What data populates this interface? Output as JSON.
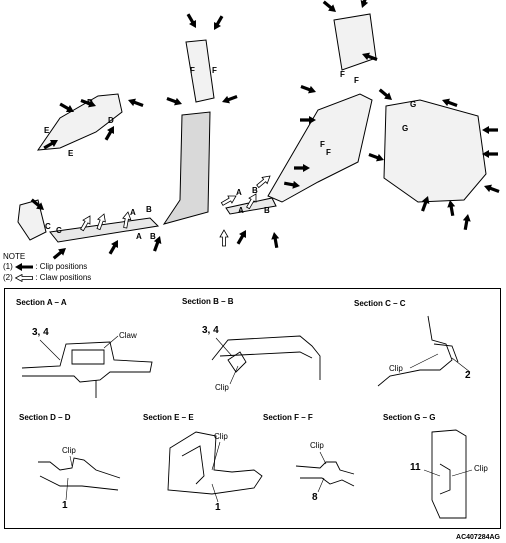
{
  "note": {
    "heading": "NOTE",
    "items": [
      {
        "prefix": "(1)",
        "text": ": Clip positions"
      },
      {
        "prefix": "(2)",
        "text": ": Claw positions"
      }
    ]
  },
  "section_letters": [
    "A",
    "B",
    "C",
    "D",
    "E",
    "F",
    "G"
  ],
  "sections": [
    {
      "title": "Section A – A",
      "labels": [
        "Claw"
      ],
      "numbers": [
        "3, 4"
      ]
    },
    {
      "title": "Section B – B",
      "labels": [
        "Clip"
      ],
      "numbers": [
        "3, 4"
      ]
    },
    {
      "title": "Section C – C",
      "labels": [
        "Clip"
      ],
      "numbers": [
        "2"
      ]
    },
    {
      "title": "Section D – D",
      "labels": [
        "Clip"
      ],
      "numbers": [
        "1"
      ]
    },
    {
      "title": "Section E – E",
      "labels": [
        "Clip"
      ],
      "numbers": [
        "1"
      ]
    },
    {
      "title": "Section F – F",
      "labels": [
        "Clip"
      ],
      "numbers": [
        "8"
      ]
    },
    {
      "title": "Section G – G",
      "labels": [
        "Clip"
      ],
      "numbers": [
        "11"
      ]
    }
  ],
  "figure_code": "AC407284AG"
}
